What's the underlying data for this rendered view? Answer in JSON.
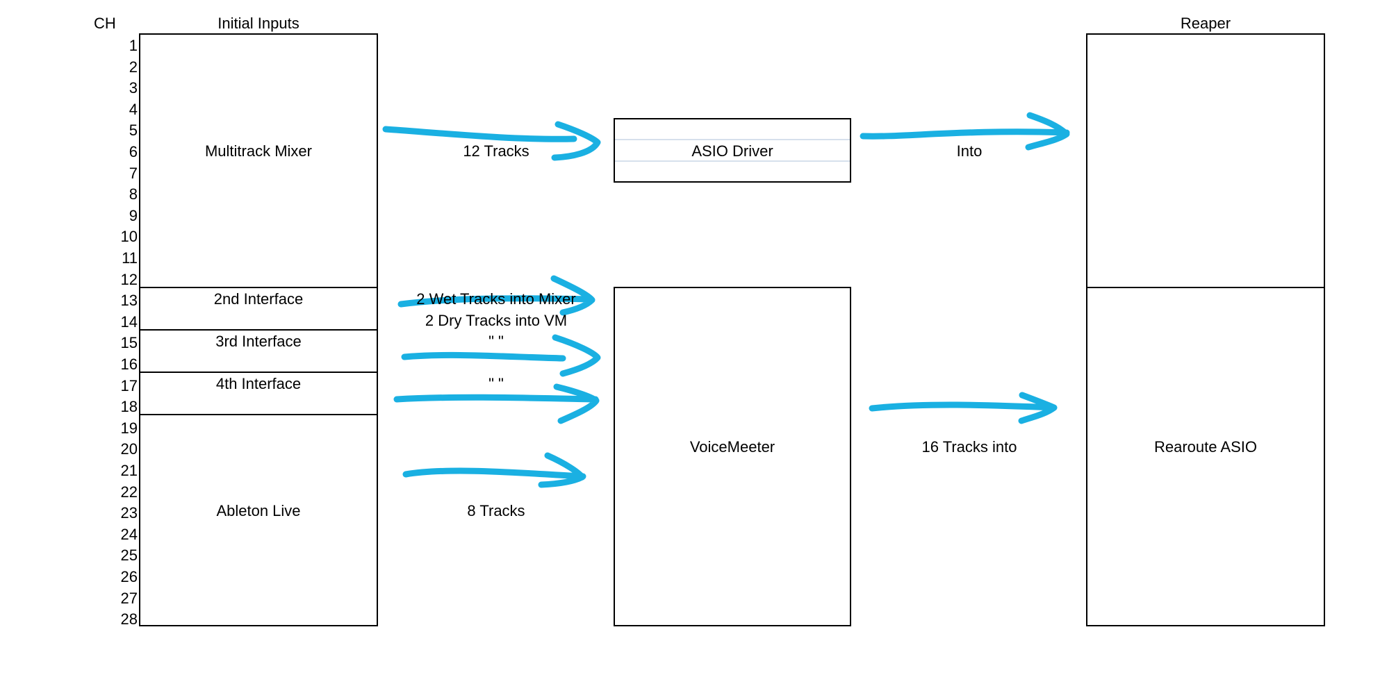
{
  "headers": {
    "ch": "CH",
    "initial_inputs": "Initial Inputs",
    "reaper": "Reaper"
  },
  "channels": [
    "1",
    "2",
    "3",
    "4",
    "5",
    "6",
    "7",
    "8",
    "9",
    "10",
    "11",
    "12",
    "13",
    "14",
    "15",
    "16",
    "17",
    "18",
    "19",
    "20",
    "21",
    "22",
    "23",
    "24",
    "25",
    "26",
    "27",
    "28"
  ],
  "inputs": {
    "multitrack_mixer": "Multitrack Mixer",
    "second_interface": "2nd Interface",
    "third_interface": "3rd Interface",
    "fourth_interface": "4th Interface",
    "ableton_live": "Ableton Live"
  },
  "middle": {
    "asio_driver": "ASIO Driver",
    "voicemeeter": "VoiceMeeter"
  },
  "reaper": {
    "rearoute_asio": "Rearoute ASIO"
  },
  "labels": {
    "twelve_tracks": "12 Tracks",
    "wet_tracks": "2 Wet Tracks into Mixer",
    "dry_tracks": "2 Dry Tracks into VM",
    "ditto_1": "\"  \"",
    "ditto_2": "\"  \"",
    "eight_tracks": "8 Tracks",
    "into": "Into",
    "sixteen_tracks": "16 Tracks into"
  },
  "colors": {
    "arrow": "#1ab0e2",
    "box_border": "#000000",
    "faint_line": "#d6e0ec"
  }
}
